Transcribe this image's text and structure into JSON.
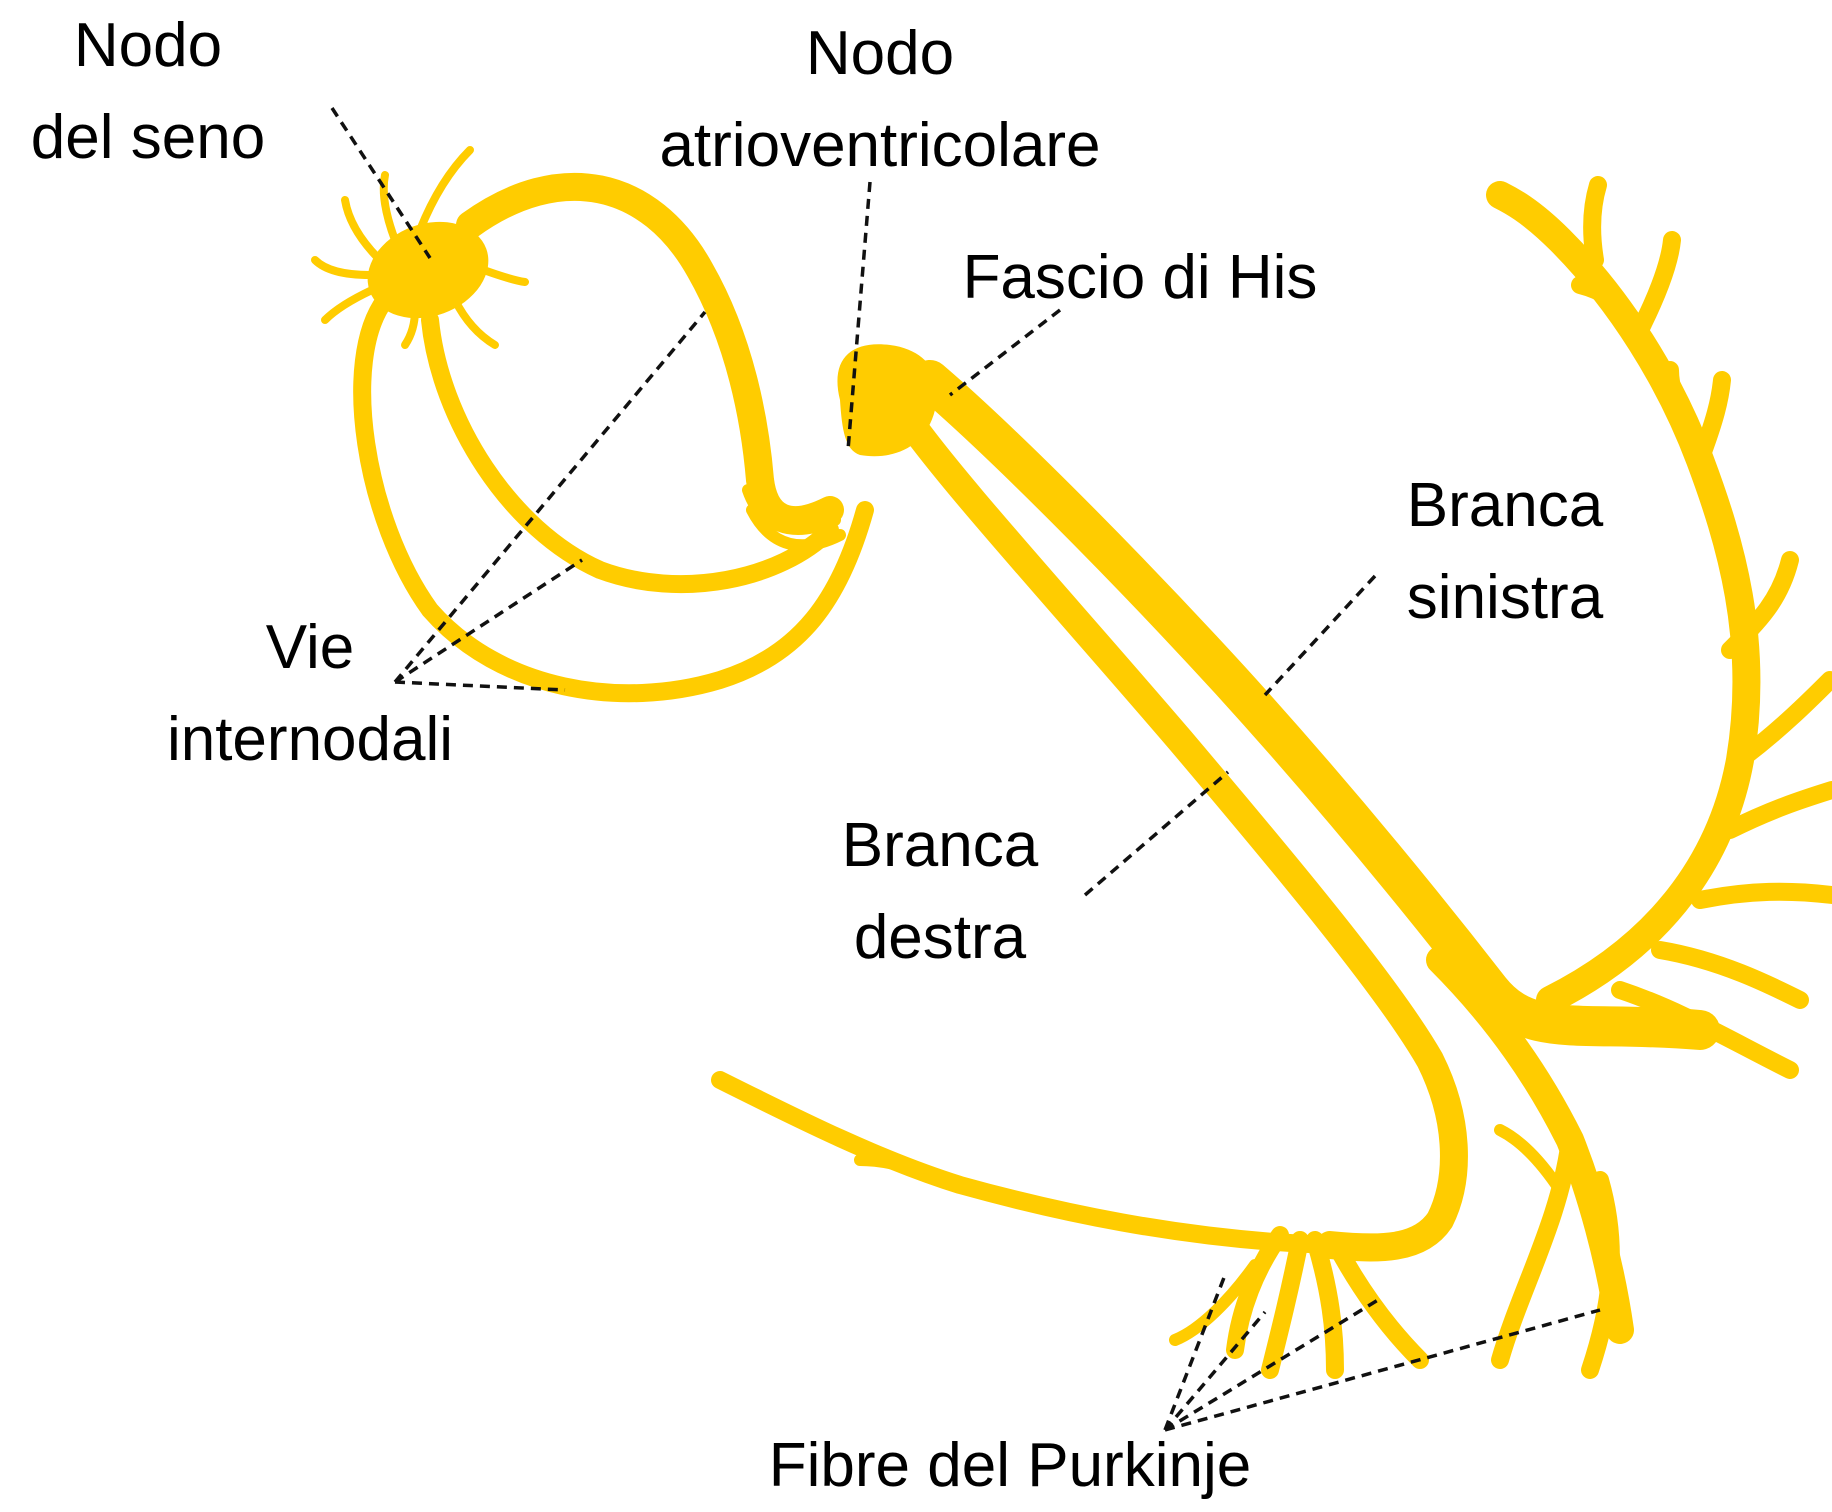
{
  "diagram": {
    "fiber_color": "#FFCC00",
    "line_color": "#111111",
    "labels": {
      "sa_node": [
        "Nodo",
        "del seno"
      ],
      "av_node": [
        "Nodo",
        "atrioventricolare"
      ],
      "his_bundle": [
        "Fascio di His"
      ],
      "left_branch": [
        "Branca",
        "sinistra"
      ],
      "internodal": [
        "Vie",
        "internodali"
      ],
      "right_branch": [
        "Branca",
        "destra"
      ],
      "purkinje": [
        "Fibre del Purkinje"
      ]
    }
  }
}
